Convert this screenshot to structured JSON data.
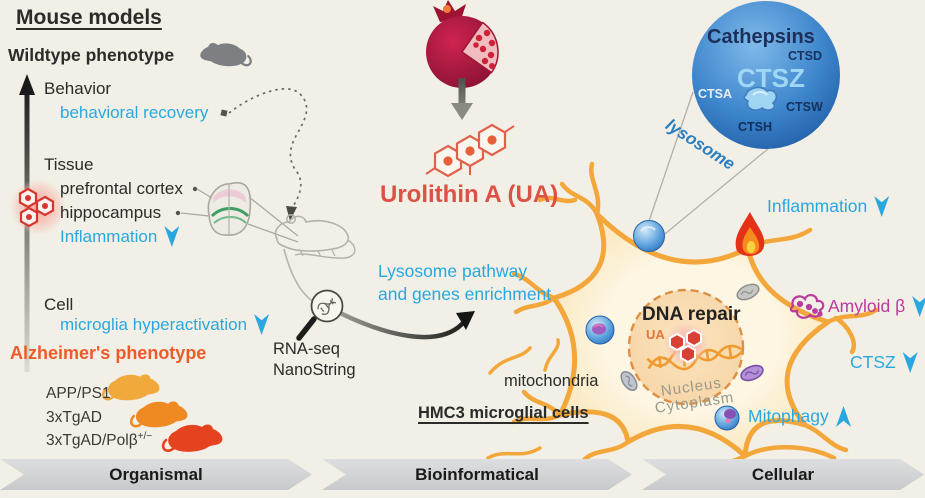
{
  "palette": {
    "background": "#f1efe6",
    "accent_blue": "#29a8e0",
    "accent_orange": "#f05a28",
    "accent_salmon": "#dd5145",
    "accent_magenta": "#bb3a9e",
    "wildtype_mouse_color": "#7d7f82",
    "lysosome_circle_blue": "#2b6fb4",
    "cell_border_orange": "#f3a73a"
  },
  "left_panel": {
    "title": "Mouse models",
    "wildtype_label": "Wildtype phenotype",
    "behavior": {
      "label": "Behavior",
      "finding": "behavioral recovery"
    },
    "tissue": {
      "label": "Tissue",
      "region_1": "prefrontal cortex",
      "region_2": "hippocampus",
      "finding": "Inflammation",
      "finding_direction": "down"
    },
    "cell": {
      "label": "Cell",
      "finding": "microglia hyperactivation",
      "finding_direction": "down"
    },
    "alzheimers_label": "Alzheimer's phenotype",
    "models": [
      {
        "name": "APP/PS1",
        "sup": "",
        "color": "#f2a93c"
      },
      {
        "name": "3xTgAD",
        "sup": "",
        "color": "#ef8922"
      },
      {
        "name": "3xTgAD/Polβ",
        "sup": "+/−",
        "color": "#e5431f"
      }
    ]
  },
  "middle_panel": {
    "compound_label": "Urolithin A (UA)",
    "method_1": "RNA-seq",
    "method_2": "NanoString",
    "result_line_1": "Lysosome pathway",
    "result_line_2": "and genes enrichment"
  },
  "lysosome_inset": {
    "title": "Cathepsins",
    "gene_main": "CTSZ",
    "gene_1": "CTSD",
    "gene_2": "CTSA",
    "gene_3": "CTSW",
    "gene_4": "CTSH",
    "organelle_label": "lysosome"
  },
  "cell_panel": {
    "nucleus_title": "DNA repair",
    "ua_label": "UA",
    "nucleus_label": "Nucleus",
    "cytoplasm_label": "Cytoplasm",
    "mitochondria_label": "mitochondria",
    "cell_type_label": "HMC3 microglial cells",
    "findings": [
      {
        "label": "Inflammation",
        "direction": "down",
        "color": "#29a8e0"
      },
      {
        "label": "Amyloid β",
        "direction": "down",
        "color": "#bb3a9e"
      },
      {
        "label": "CTSZ",
        "direction": "down",
        "color": "#29a8e0"
      },
      {
        "label": "Mitophagy",
        "direction": "up",
        "color": "#29a8e0"
      }
    ]
  },
  "banner": {
    "levels": [
      "Organismal",
      "Bioinformatical",
      "Cellular"
    ]
  }
}
